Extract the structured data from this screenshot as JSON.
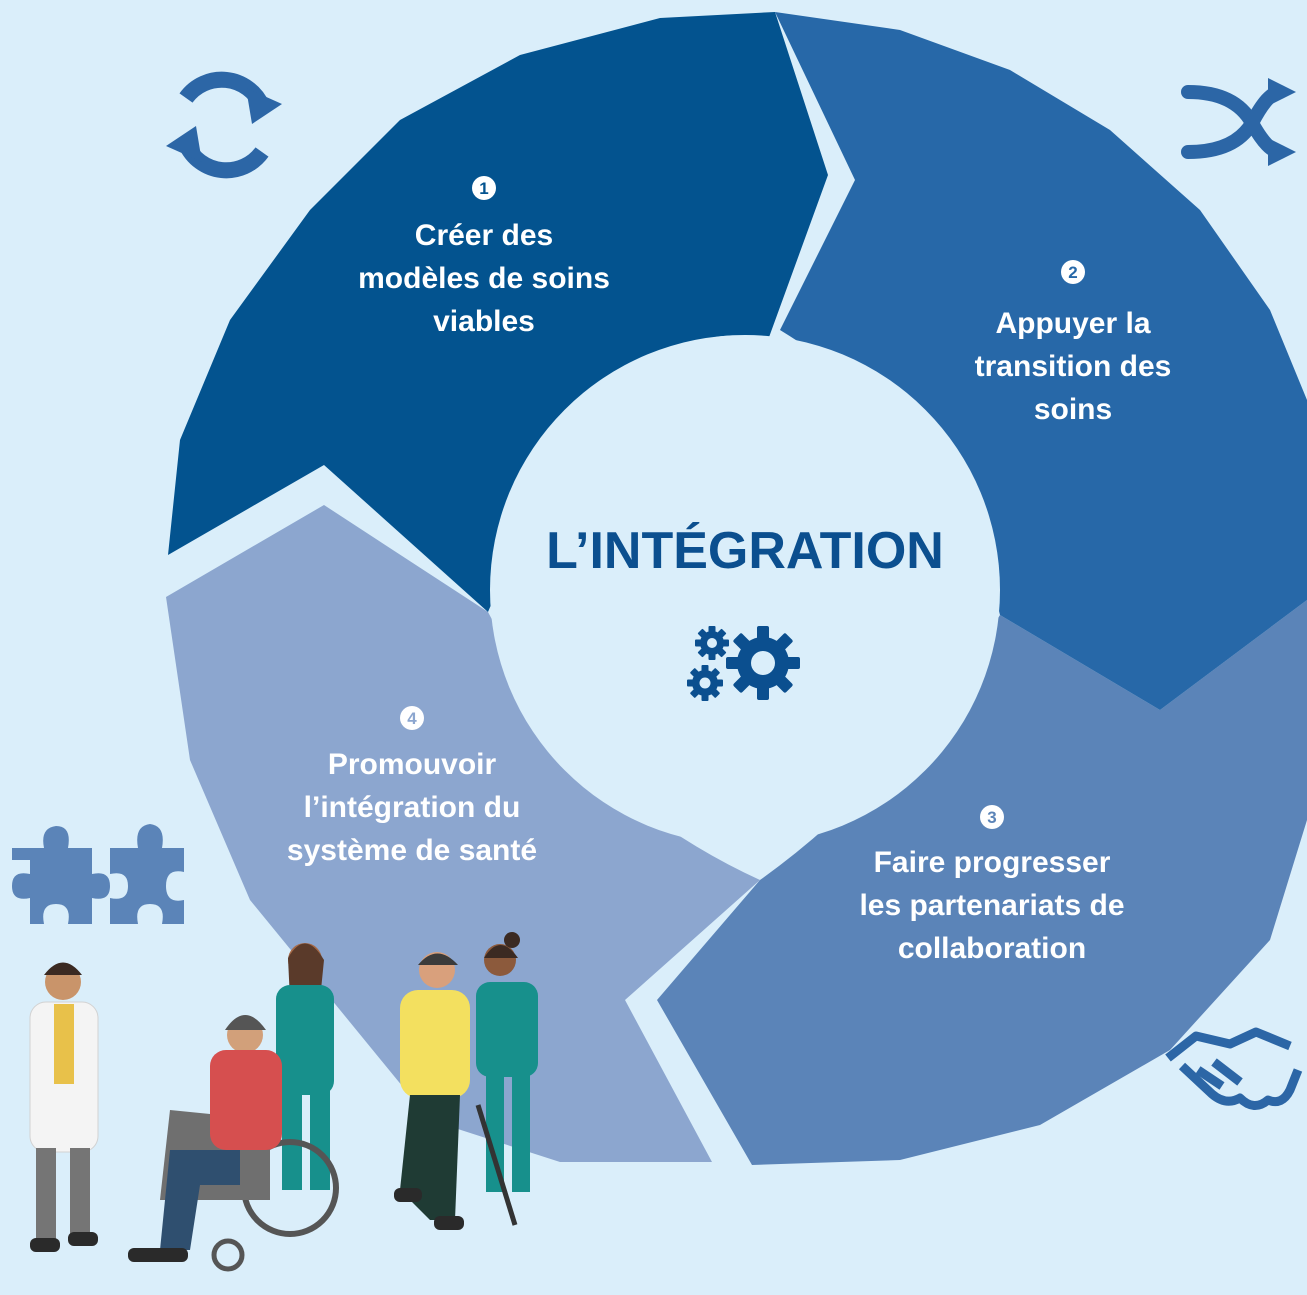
{
  "center": {
    "title": "L’INTÉGRATION",
    "icon": "gears-icon"
  },
  "segments": [
    {
      "number": "1",
      "lines": [
        "Créer des",
        "modèles de soins",
        "viables"
      ],
      "color": "#03538f",
      "icon": "refresh-cycle-icon"
    },
    {
      "number": "2",
      "lines": [
        "Appuyer la",
        "transition des",
        "soins"
      ],
      "color": "#2768a8",
      "icon": "shuffle-arrows-icon"
    },
    {
      "number": "3",
      "lines": [
        "Faire progresser",
        "les partenariats de",
        "collaboration"
      ],
      "color": "#5b84b8",
      "icon": "handshake-icon"
    },
    {
      "number": "4",
      "lines": [
        "Promouvoir",
        "l’intégration du",
        "système de santé"
      ],
      "color": "#8ca6cf",
      "icon": "puzzle-icon"
    }
  ],
  "colors": {
    "background": "#daeefa",
    "center_fill": "#daeefa",
    "title": "#0b4f8f",
    "icon": "#2c66a6"
  },
  "illustration": {
    "icon": "care-team-people-illustration"
  }
}
